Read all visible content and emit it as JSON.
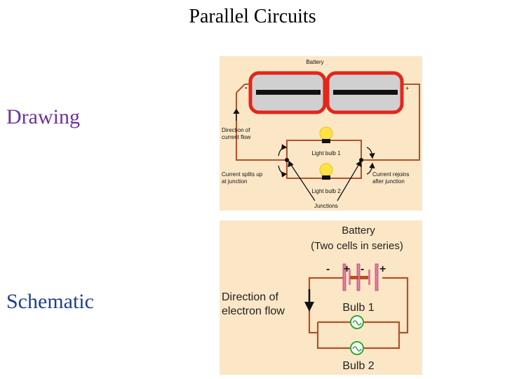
{
  "title": "Parallel Circuits",
  "labels": {
    "drawing": "Drawing",
    "schematic": "Schematic"
  },
  "drawing": {
    "battery": "Battery",
    "minus": "-",
    "plus": "+",
    "direction_1": "Direction of",
    "direction_2": "current flow",
    "bulb1": "Light bulb 1",
    "bulb2": "Light bulb 2",
    "splits_1": "Current splits up",
    "splits_2": "at junction",
    "rejoins_1": "Current rejoins",
    "rejoins_2": "after junction",
    "junctions": "Junctions"
  },
  "schematic": {
    "battery_1": "Battery",
    "battery_2": "(Two cells in series)",
    "cell1_minus": "-",
    "cell1_plus": "+",
    "cell2_minus": "-",
    "cell2_plus": "+",
    "direction_1": "Direction of",
    "direction_2": "electron flow",
    "bulb1": "Bulb 1",
    "bulb2": "Bulb 2"
  },
  "colors": {
    "wire": "#b5502a",
    "battery_outline": "#e3261b",
    "cell_fill": "#d0d0d0",
    "panel_bg": "#fbe7c6",
    "bulb_glow": "#ffe24a",
    "schematic_bulb": "#2eaa3a",
    "schematic_cell": "#e37aa3"
  }
}
